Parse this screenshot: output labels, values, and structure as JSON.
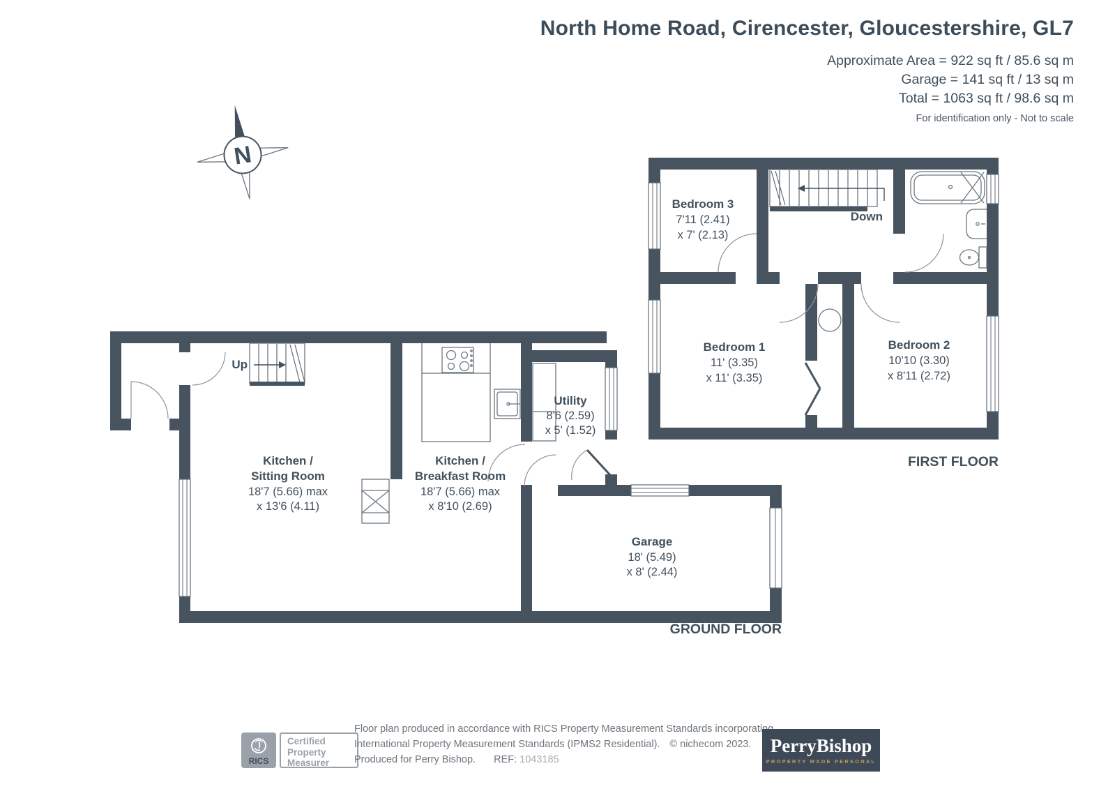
{
  "header": {
    "title": "North Home Road, Cirencester, Gloucestershire, GL7",
    "area_line1": "Approximate Area = 922 sq ft / 85.6 sq m",
    "area_line2": "Garage = 141 sq ft / 13 sq m",
    "area_line3": "Total = 1063 sq ft / 98.6 sq m",
    "note": "For identification only - Not to scale"
  },
  "compass": {
    "north_label": "N"
  },
  "first_floor": {
    "floor_label": "FIRST FLOOR",
    "stairs_label": "Down",
    "bedroom3": {
      "name": "Bedroom 3",
      "dim1": "7'11 (2.41)",
      "dim2": "x 7' (2.13)"
    },
    "bedroom1": {
      "name": "Bedroom 1",
      "dim1": "11' (3.35)",
      "dim2": "x 11' (3.35)"
    },
    "bedroom2": {
      "name": "Bedroom 2",
      "dim1": "10'10 (3.30)",
      "dim2": "x 8'11 (2.72)"
    }
  },
  "ground_floor": {
    "floor_label": "GROUND FLOOR",
    "stairs_label": "Up",
    "kitchen_sitting": {
      "name1": "Kitchen /",
      "name2": "Sitting Room",
      "dim1": "18'7 (5.66) max",
      "dim2": "x 13'6 (4.11)"
    },
    "kitchen_breakfast": {
      "name1": "Kitchen /",
      "name2": "Breakfast Room",
      "dim1": "18'7 (5.66) max",
      "dim2": "x 8'10 (2.69)"
    },
    "utility": {
      "name": "Utility",
      "dim1": "8'6 (2.59)",
      "dim2": "x 5' (1.52)"
    },
    "garage": {
      "name": "Garage",
      "dim1": "18' (5.49)",
      "dim2": "x 8' (2.44)"
    }
  },
  "footer": {
    "rics_label": "RICS",
    "cert_line1": "Certified",
    "cert_line2": "Property",
    "cert_line3": "Measurer",
    "disclaimer_line1": "Floor plan produced in accordance with RICS Property Measurement Standards incorporating",
    "disclaimer_line2": "International Property Measurement Standards (IPMS2 Residential).",
    "copyright": "© nichecom 2023.",
    "disclaimer_line3": "Produced for Perry Bishop.",
    "ref_label": "REF:",
    "ref_number": "1043185",
    "brand_name": "PerryBishop",
    "brand_tagline": "PROPERTY MADE PERSONAL"
  },
  "colors": {
    "wall": "#47545f",
    "label_text": "#41505c",
    "brand_background": "#3d4956",
    "brand_tan": "#c69a5e",
    "logo_gray": "#9aa1a8",
    "ref_gray": "#a9aeb4"
  }
}
